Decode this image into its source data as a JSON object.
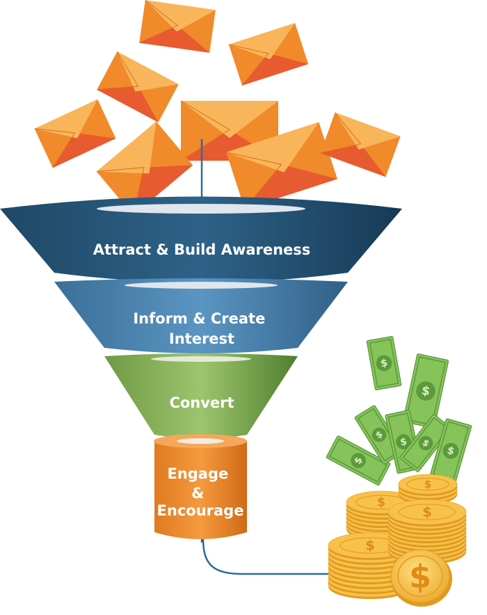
{
  "funnel": {
    "stages": [
      {
        "id": "attract",
        "lines": [
          "Attract & Build Awareness"
        ],
        "color": "#2a5a7a"
      },
      {
        "id": "inform",
        "lines": [
          "Inform & Create",
          "Interest"
        ],
        "color": "#4a86b4"
      },
      {
        "id": "convert",
        "lines": [
          "Convert"
        ],
        "color": "#86b05a"
      },
      {
        "id": "engage",
        "lines": [
          "Engage",
          "&",
          "Encourage"
        ],
        "color": "#f08a2a"
      }
    ],
    "connector_color": "#2a6aa0"
  },
  "decor": {
    "envelope_icon": "envelope-icon",
    "bill_icon": "dollar-bill-icon",
    "coin_icon": "coin-icon",
    "currency_symbol": "$",
    "envelope_colors": {
      "body": "#f08a2a",
      "flap": "#f9b55a",
      "shade": "#e85a30"
    },
    "bill_colors": {
      "body": "#86c35a",
      "inner": "#5a9a3a"
    },
    "coin_colors": {
      "face": "#f8c24a",
      "edge": "#e09a20"
    }
  }
}
